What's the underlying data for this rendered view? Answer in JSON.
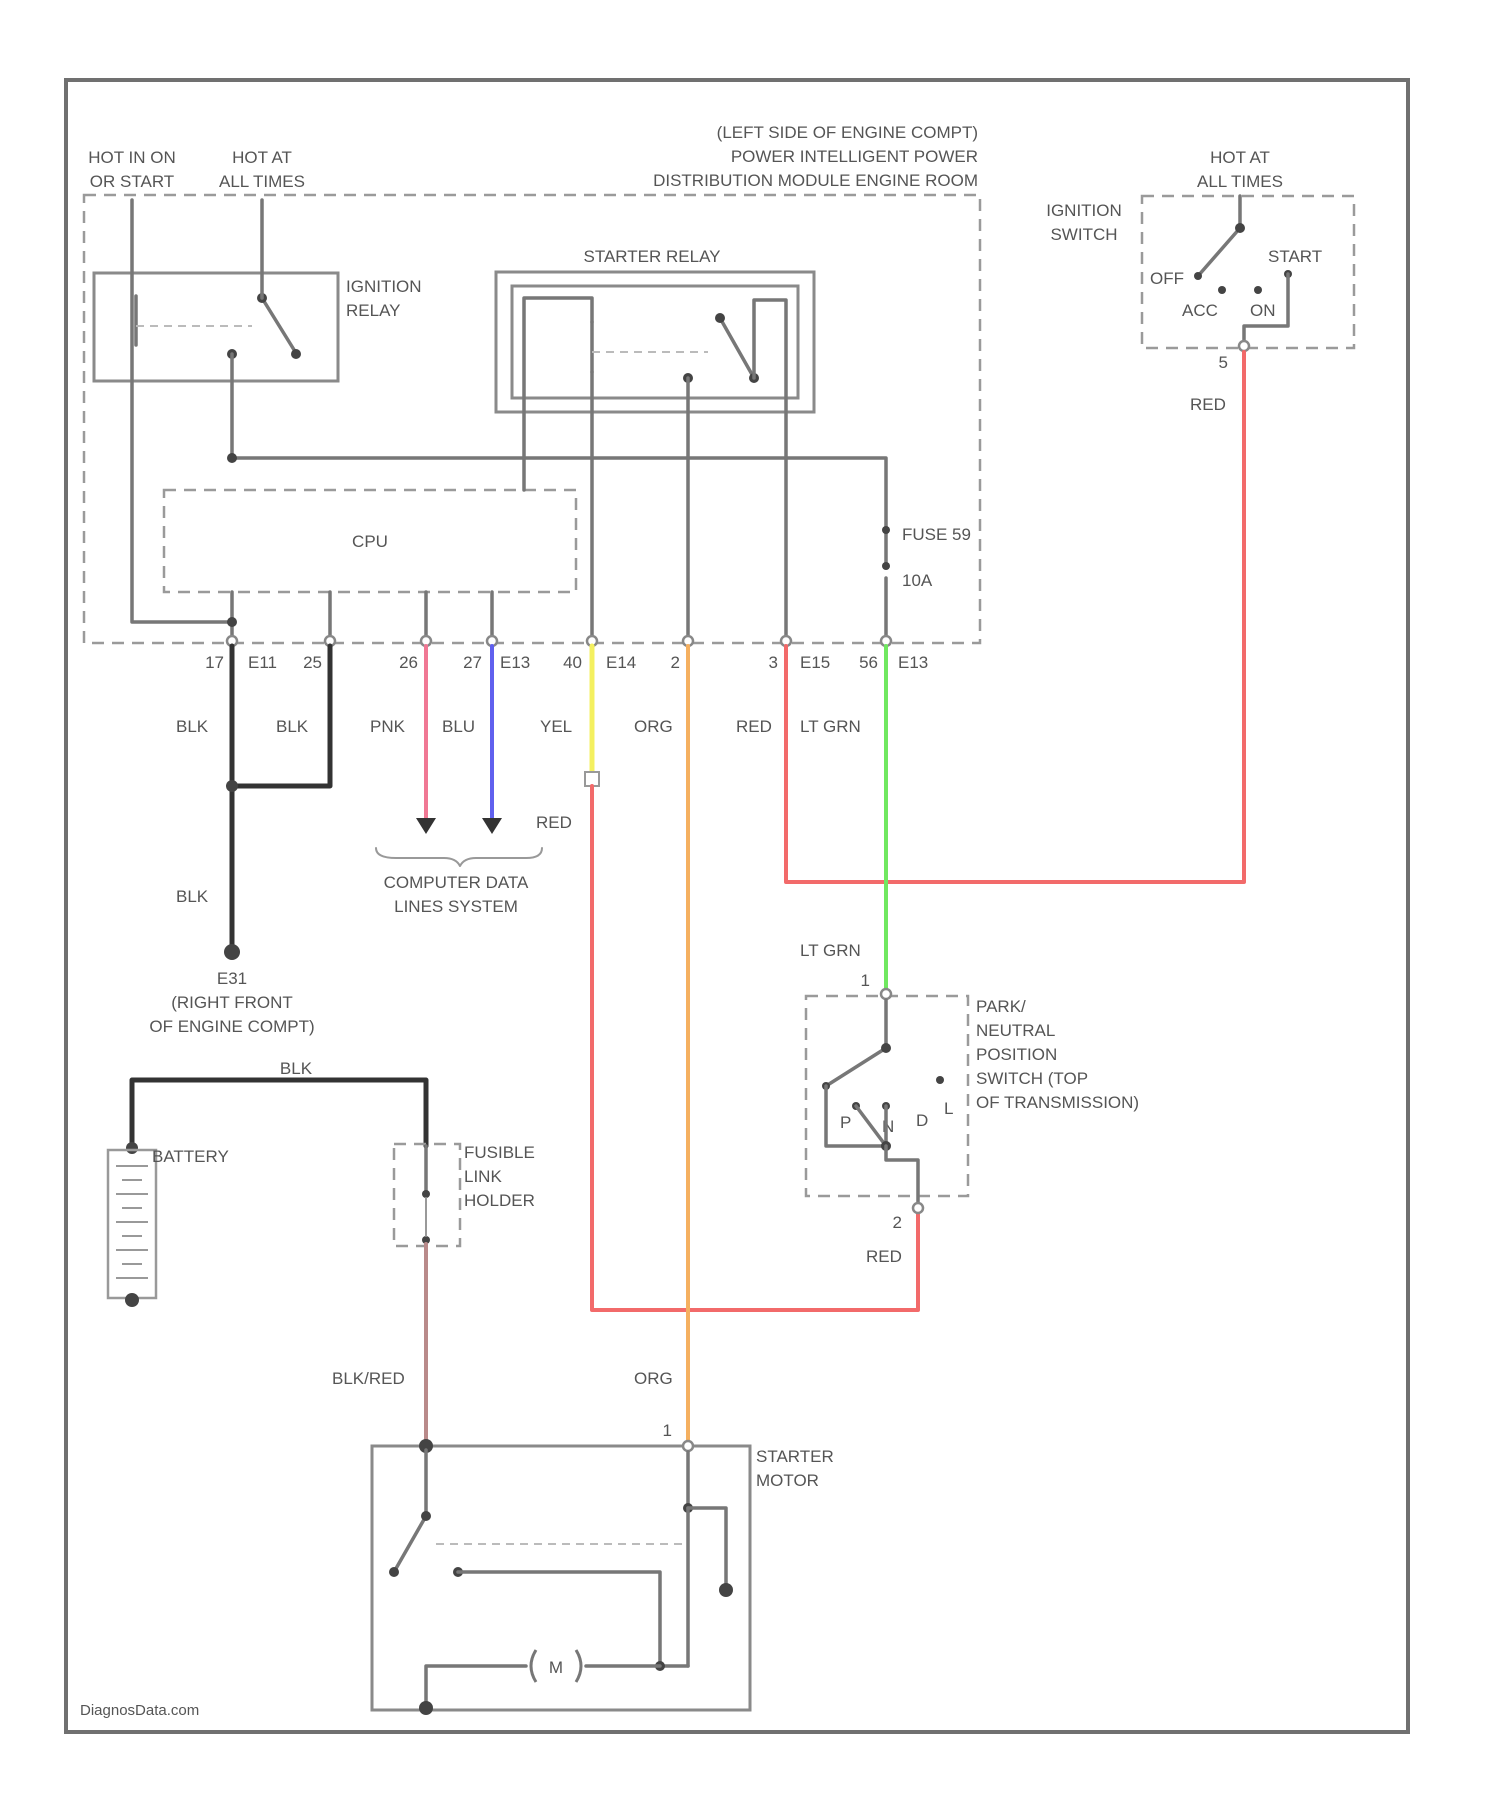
{
  "colors": {
    "red": "#f26a6a",
    "pink": "#f07894",
    "blue": "#6060ee",
    "yellow": "#f4f060",
    "orange": "#f5b060",
    "lt_green": "#70e860",
    "black": "#333333",
    "blk_red": "#b98a8a",
    "gray": "#777777"
  },
  "labels": {
    "hot_run_start": [
      "HOT IN ON",
      "OR START"
    ],
    "hot_all_times_left": [
      "HOT AT",
      "ALL TIMES"
    ],
    "module": [
      "(LEFT SIDE OF ENGINE COMPT)",
      "POWER INTELLIGENT POWER",
      "DISTRIBUTION MODULE ENGINE ROOM"
    ],
    "hot_all_times_right": [
      "HOT AT",
      "ALL TIMES"
    ],
    "ignition_switch": [
      "IGNITION",
      "SWITCH"
    ],
    "ign_off": "OFF",
    "ign_start": "START",
    "ign_acc": "ACC",
    "ign_on": "ON",
    "ign_pin": "5",
    "ignition_relay": [
      "IGNITION",
      "RELAY"
    ],
    "starter_relay": "STARTER RELAY",
    "cpu": "CPU",
    "fuse": "FUSE 59",
    "fuse_rating": "10A",
    "pin_17": "17",
    "conn_e11_a": "E11",
    "pin_25": "25",
    "pin_26": "26",
    "pin_27": "27",
    "conn_e13": "E13",
    "pin_40": "40",
    "conn_e14": "E14",
    "pin_2": "2",
    "pin_3": "3",
    "conn_e15": "E15",
    "pin_56": "56",
    "conn_e13_b": "E13",
    "wire_blk_1": "BLK",
    "wire_blk_2": "BLK",
    "wire_pnk": "PNK",
    "wire_blu": "BLU",
    "wire_yel": "YEL",
    "wire_org_top": "ORG",
    "wire_red_top": "RED",
    "wire_ltgrn_top": "LT GRN",
    "wire_red_mid": "RED",
    "wire_red_ign": "RED",
    "wire_blk_ground": "BLK",
    "data_lines": [
      "COMPUTER DATA",
      "LINES SYSTEM"
    ],
    "ground": [
      "E31",
      "(RIGHT FRONT",
      "OF ENGINE COMPT)"
    ],
    "wire_ltgrn_pnp": "LT GRN",
    "pnp_pin_top": "1",
    "pnp_switch": [
      "PARK/",
      "NEUTRAL",
      "POSITION",
      "SWITCH (TOP",
      "OF TRANSMISSION)"
    ],
    "pnp_p": "P",
    "pnp_n": "N",
    "pnp_d": "D",
    "pnp_l": "L",
    "pnp_pin_bottom": "2",
    "wire_red_pnp": "RED",
    "wire_blk_battery": "BLK",
    "battery": "BATTERY",
    "fusible_link": [
      "FUSIBLE",
      "LINK",
      "HOLDER"
    ],
    "wire_blk_red": "BLK/RED",
    "wire_org_bottom": "ORG",
    "starter_pin": "1",
    "starter_motor": [
      "STARTER",
      "MOTOR"
    ],
    "motor": "M",
    "watermark": "DiagnosData.com"
  }
}
